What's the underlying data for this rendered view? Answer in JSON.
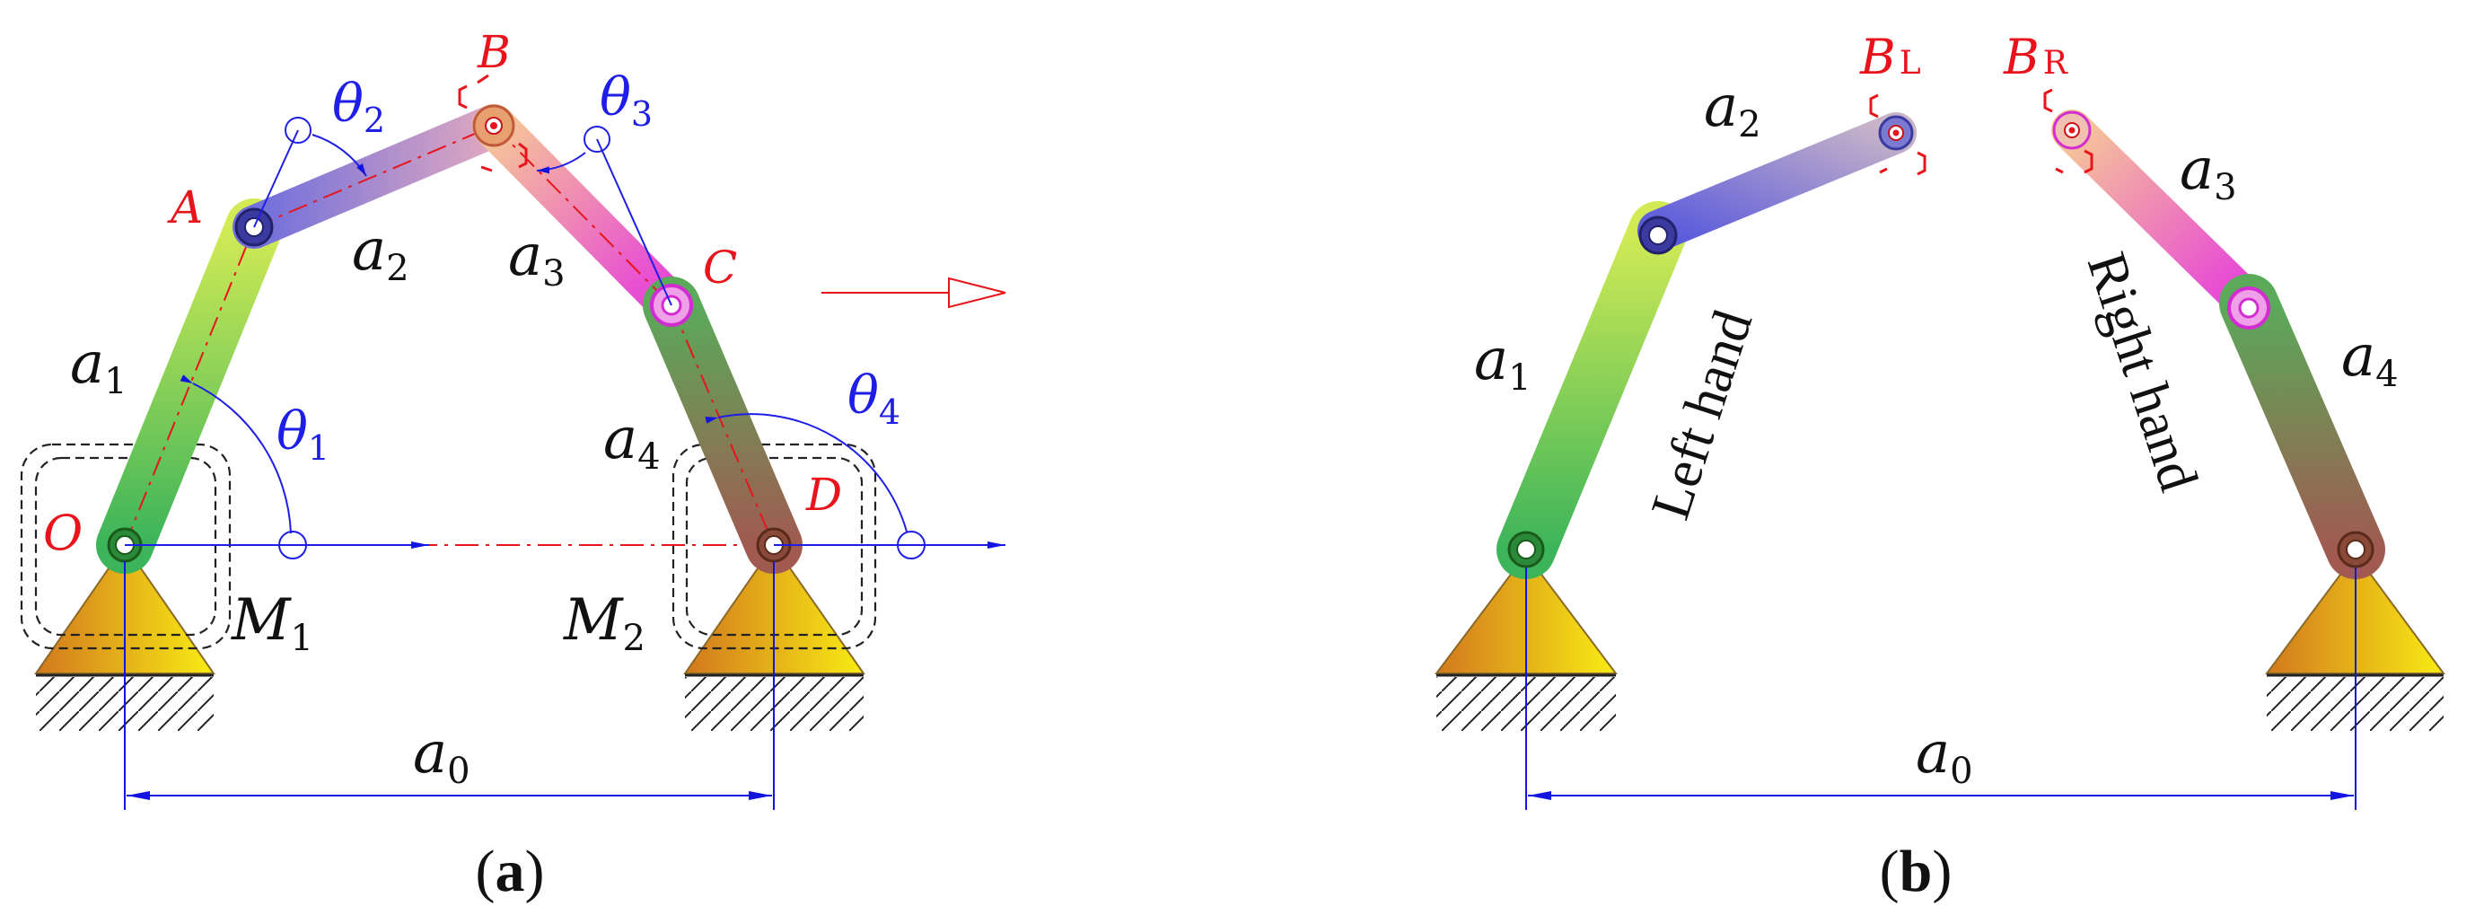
{
  "panel_a": {
    "caption_open": "(",
    "caption_letter": "a",
    "caption_close": ")",
    "points": {
      "O": "O",
      "A": "A",
      "B": "B",
      "C": "C",
      "D": "D"
    },
    "links": {
      "a1": {
        "base": "a",
        "sub": "1"
      },
      "a2": {
        "base": "a",
        "sub": "2"
      },
      "a3": {
        "base": "a",
        "sub": "3"
      },
      "a4": {
        "base": "a",
        "sub": "4"
      },
      "a0": {
        "base": "a",
        "sub": "0"
      }
    },
    "angles": {
      "theta1": {
        "base": "θ",
        "sub": "1"
      },
      "theta2": {
        "base": "θ",
        "sub": "2"
      },
      "theta3": {
        "base": "θ",
        "sub": "3"
      },
      "theta4": {
        "base": "θ",
        "sub": "4"
      }
    },
    "motors": {
      "M1": {
        "base": "M",
        "sub": "1"
      },
      "M2": {
        "base": "M",
        "sub": "2"
      }
    }
  },
  "panel_b": {
    "caption_open": "(",
    "caption_letter": "b",
    "caption_close": ")",
    "links": {
      "a1": {
        "base": "a",
        "sub": "1"
      },
      "a2": {
        "base": "a",
        "sub": "2"
      },
      "a3": {
        "base": "a",
        "sub": "3"
      },
      "a4": {
        "base": "a",
        "sub": "4"
      },
      "a0": {
        "base": "a",
        "sub": "0"
      }
    },
    "points": {
      "BL": {
        "base": "B",
        "sub": "L"
      },
      "BR": {
        "base": "B",
        "sub": "R"
      }
    },
    "left_hand": "Left hand",
    "right_hand": "Right hand"
  },
  "colors": {
    "label_red": "#e8141c",
    "angle_blue": "#1e1ee6",
    "dim_blue": "#1414e0",
    "link1_top": "#c8e650",
    "link1_bot": "#3cb45a",
    "link2_a": "#7d73e0",
    "link2_b": "#d7a0ba",
    "link3_a": "#f0b496",
    "link3_b": "#e646dc",
    "link4_a": "#6ea55a",
    "link4_b": "#9b5a5a",
    "base_a": "#d77d23",
    "base_b": "#f5e614"
  }
}
